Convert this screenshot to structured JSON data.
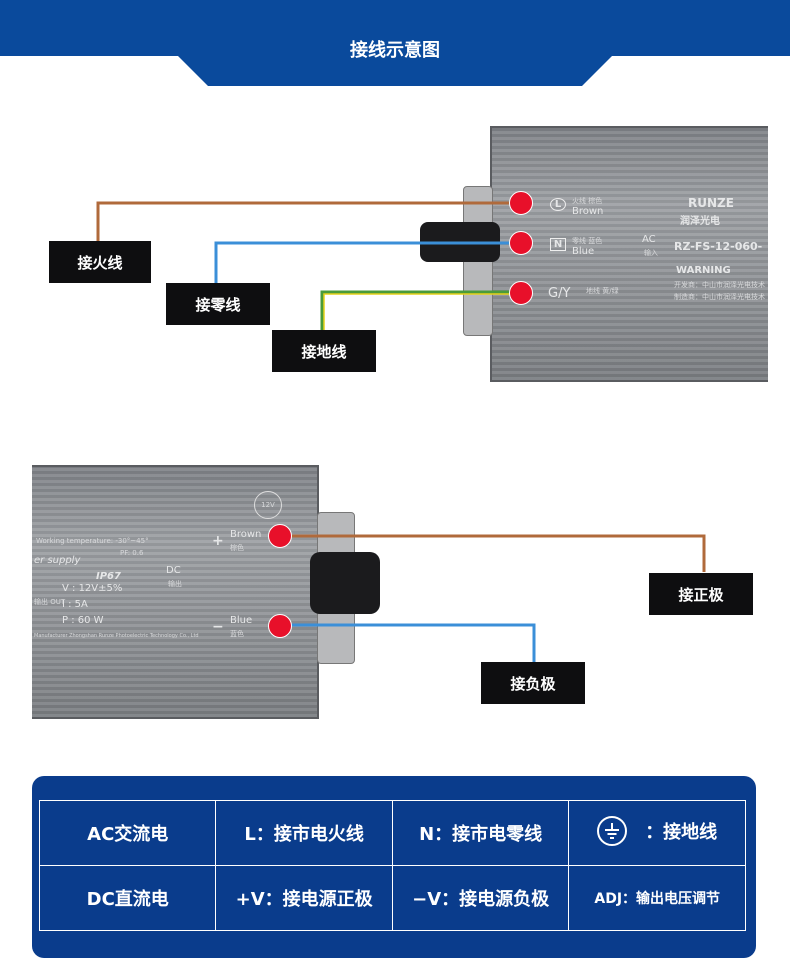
{
  "title": "接线示意图",
  "colors": {
    "header_blue": "#0a4a9c",
    "table_blue": "#0a3c8c",
    "brown_wire": "#b06a3b",
    "blue_wire": "#3b8fd8",
    "green_wire": "#4a9b3a",
    "yellow_wire": "#e6d21a",
    "dot_red": "#e8102a"
  },
  "ac_labels": {
    "live": "接火线",
    "neutral": "接零线",
    "ground": "接地线"
  },
  "dc_labels": {
    "positive": "接正极",
    "negative": "接负极"
  },
  "ac_device": {
    "brand": "RUNZE",
    "brand_cn": "润泽光电",
    "model": "RZ-FS-12-060-",
    "warning": "WARNING",
    "dev_by": "开发商：中山市润泽光电技术",
    "made_by": "制造商：中山市润泽光电技术",
    "terminals": [
      {
        "symbol": "L",
        "cn": "火线 棕色",
        "en": "Brown"
      },
      {
        "symbol": "N",
        "cn": "零线 蓝色",
        "en": "Blue"
      },
      {
        "symbol": "G/Y",
        "cn": "地线 黄/绿",
        "en": ""
      }
    ],
    "ac_in": "AC",
    "ac_in_cn": "输入"
  },
  "dc_device": {
    "working_temp": "Working temperature: -30°~45°",
    "pf": "PF: 0.6",
    "supply": "er supply",
    "ip": "IP67",
    "v": "V : 12V±5%",
    "i": "I : 5A",
    "p": "P : 60 W",
    "out": "输出 OUT",
    "maker": "Manufacturer Zhongshan Runze Photoelectric Technology Co., Ltd",
    "dc": "DC",
    "dc_cn": "输出",
    "terminals": [
      {
        "symbol": "+",
        "en": "Brown",
        "cn": "棕色"
      },
      {
        "symbol": "−",
        "en": "Blue",
        "cn": "蓝色"
      }
    ],
    "stamp": "12V"
  },
  "table": {
    "rows": [
      [
        "AC交流电",
        "L：接市电火线",
        "N：接市电零线",
        "：接地线"
      ],
      [
        "DC直流电",
        "+V：接电源正极",
        "−V：接电源负极",
        "ADJ：输出电压调节"
      ]
    ]
  }
}
